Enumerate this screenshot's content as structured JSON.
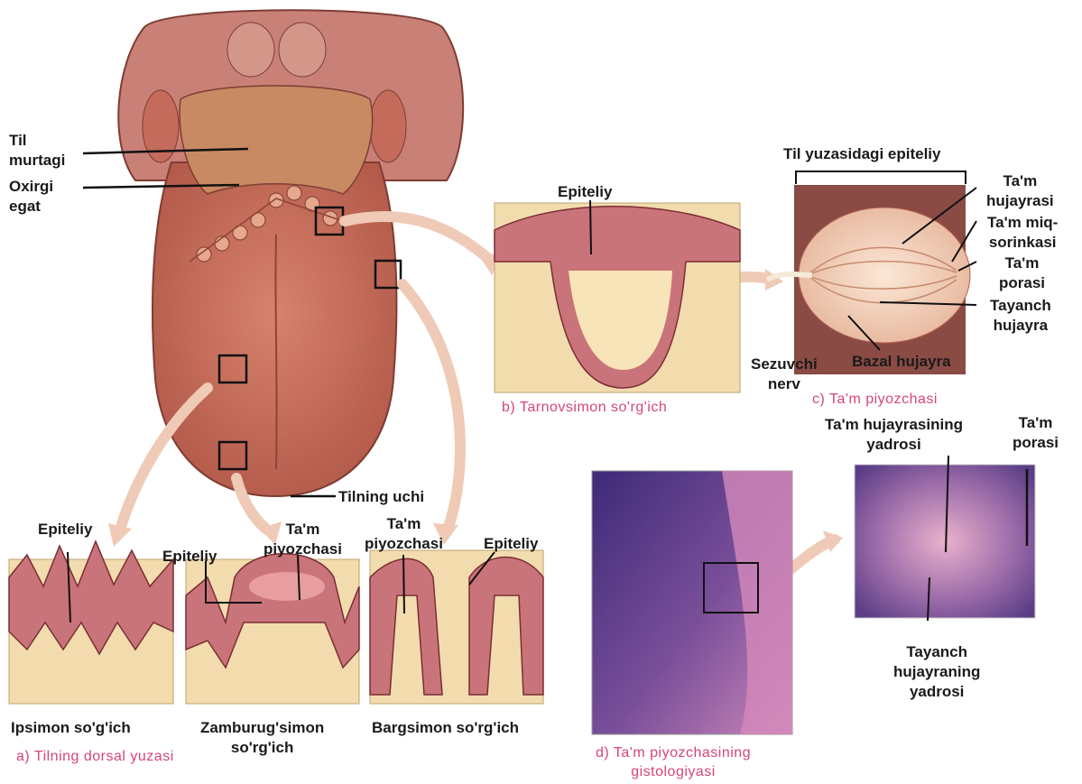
{
  "colors": {
    "caption": "#d6457a",
    "tongue": "#c96f5e",
    "tissue_light": "#f2dcae",
    "tissue_pink": "#c9747a",
    "stain_purple": "#5a3f8e",
    "label_line": "#111111",
    "arrow": "#f0c8b0"
  },
  "tongue": {
    "label_til_murtagi": "Til\nmurtagi",
    "label_oxirgi_egat": "Oxirgi\negat",
    "label_tilning_uchi": "Tilning uchi"
  },
  "panel_a": {
    "ipsimon": {
      "label_epiteliy": "Epiteliy",
      "caption": "Ipsimon so'g'ich"
    },
    "zamburug": {
      "label_epiteliy": "Epiteliy",
      "label_tam": "Ta'm\npiyozchasi",
      "caption": "Zamburug'simon\nso'rg'ich"
    },
    "bargsimon": {
      "label_tam": "Ta'm\npiyozchasi",
      "label_epiteliy": "Epiteliy",
      "caption": "Bargsimon so'rg'ich"
    },
    "panel_caption": "a) Tilning dorsal yuzasi"
  },
  "panel_b": {
    "label_epiteliy": "Epiteliy",
    "caption": "b) Tarnovsimon so'rg'ich"
  },
  "panel_c": {
    "label_top": "Til yuzasidagi epiteliy",
    "label_tam_hujayrasi": "Ta'm\nhujayrasi",
    "label_tam_miqsorinkasi": "Ta'm miq-\nsorinkasi",
    "label_tam_porasi": "Ta'm\nporasi",
    "label_tayanch": "Tayanch\nhujayra",
    "label_bazal": "Bazal hujayra",
    "label_sezuvchi": "Sezuvchi\nnerv",
    "caption": "c) Ta'm piyozchasi"
  },
  "panel_d": {
    "caption": "d) Ta'm piyozchasining\ngistologiyasi",
    "label_yadrosi": "Ta'm hujayrasining\nyadrosi",
    "label_porasi": "Ta'm\nporasi",
    "label_tayanch": "Tayanch\nhujayraning\nyadrosi"
  }
}
